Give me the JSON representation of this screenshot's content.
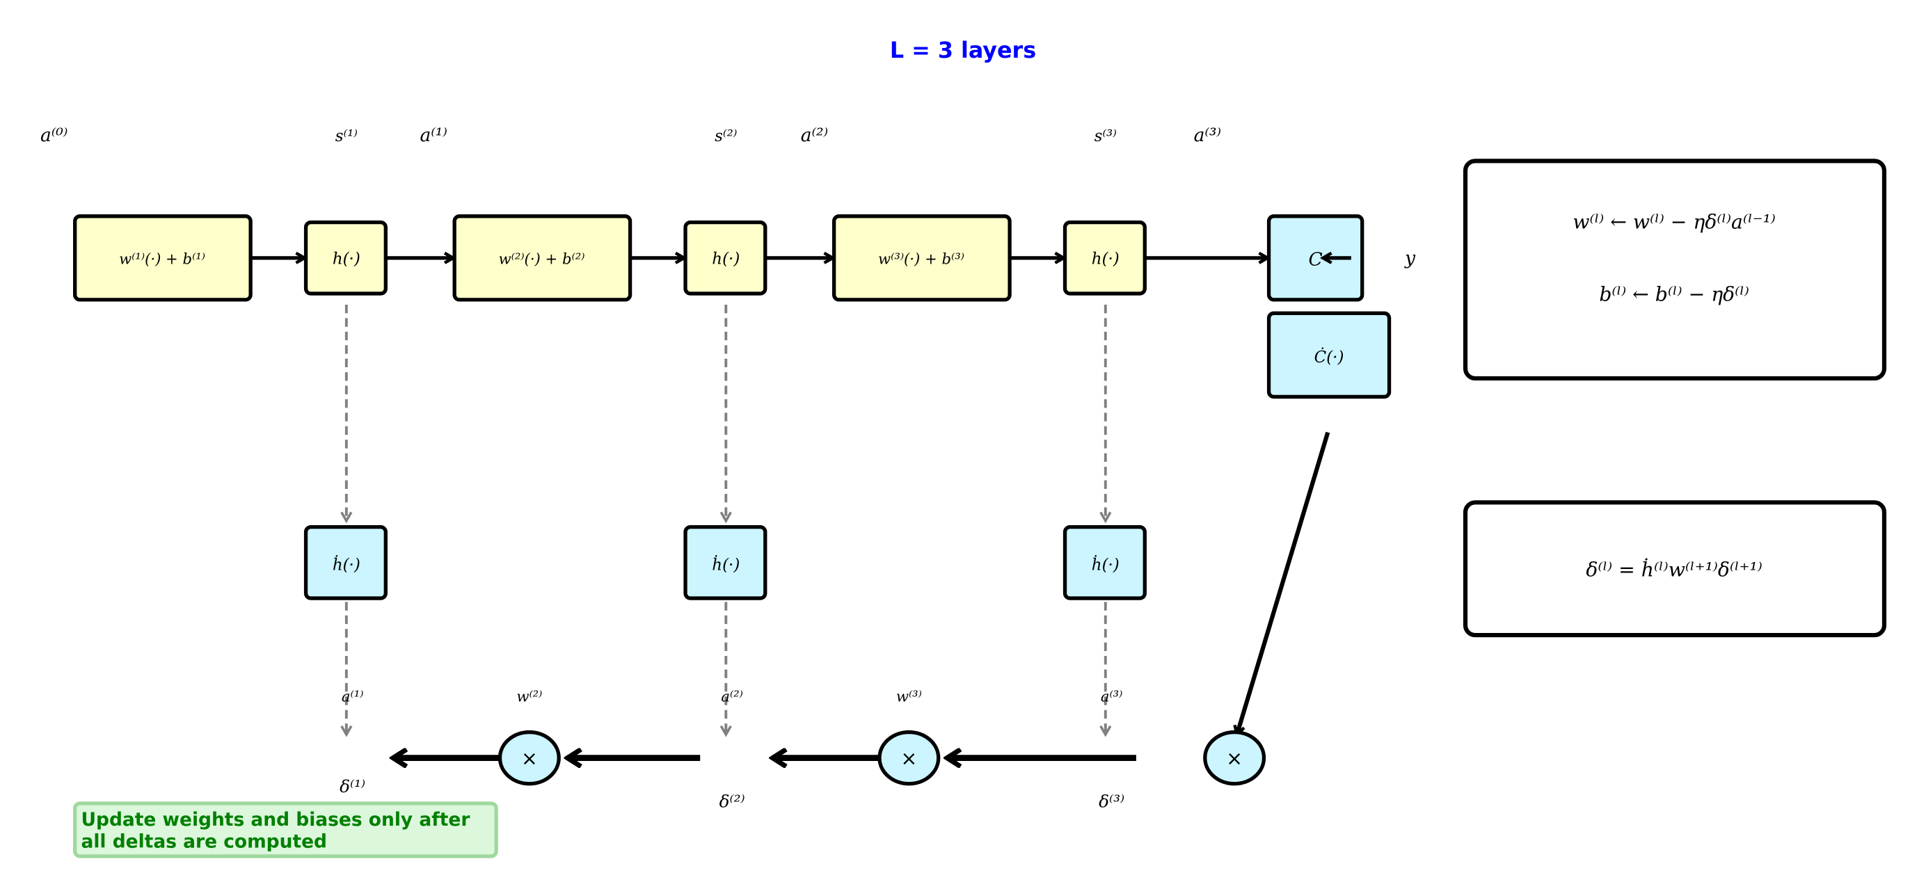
{
  "title": "L = 3 layers",
  "colors": {
    "title": "#0000ff",
    "forward_box": "#ffffcc",
    "derivative_box": "#ccf5ff",
    "note_text": "#008000",
    "note_bg": "#dcf7dc",
    "dashed": "#808080"
  },
  "top_labels": [
    "a⁽⁰⁾",
    "s⁽¹⁾",
    "a⁽¹⁾",
    "s⁽²⁾",
    "a⁽²⁾",
    "s⁽³⁾",
    "a⁽³⁾"
  ],
  "forward": {
    "linear": [
      "w⁽¹⁾(·) + b⁽¹⁾",
      "w⁽²⁾(·) + b⁽²⁾",
      "w⁽³⁾(·) + b⁽³⁾"
    ],
    "activation": [
      "h(·)",
      "h(·)",
      "h(·)"
    ],
    "cost": "C",
    "target": "y"
  },
  "backward": {
    "cost_derivative": "Ċ(·)",
    "activation_derivative": [
      "ḣ(·)",
      "ḣ(·)",
      "ḣ(·)"
    ],
    "a_labels": [
      "a⁽¹⁾",
      "a⁽²⁾",
      "a⁽³⁾"
    ],
    "w_labels": [
      "w⁽²⁾",
      "w⁽³⁾"
    ],
    "multiply": "×",
    "delta_labels": [
      "δ⁽¹⁾",
      "δ⁽²⁾",
      "δ⁽³⁾"
    ]
  },
  "update_rules": [
    "w⁽ˡ⁾ ← w⁽ˡ⁾ − ηδ⁽ˡ⁾a⁽ˡ⁻¹⁾",
    "b⁽ˡ⁾ ← b⁽ˡ⁾ − ηδ⁽ˡ⁾"
  ],
  "delta_rule": "δ⁽ˡ⁾ = ḣ⁽ˡ⁾w⁽ˡ⁺¹⁾δ⁽ˡ⁺¹⁾",
  "note": [
    "Update weights and biases only after",
    "all deltas are computed"
  ]
}
